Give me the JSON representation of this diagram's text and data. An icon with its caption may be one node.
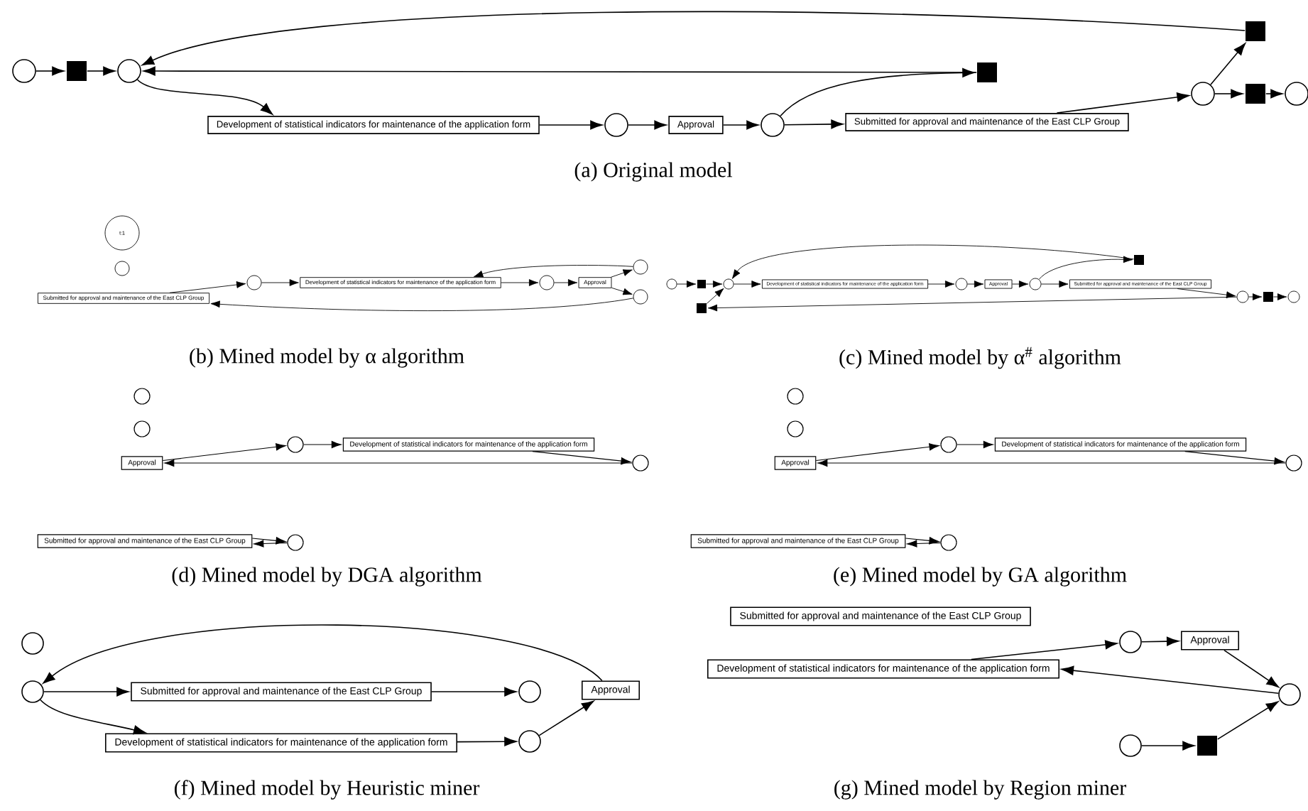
{
  "diagram": {
    "nodes": [
      {
        "text": [],
        "shape": "circle"
      },
      {
        "text": [],
        "shape": "box"
      },
      {
        "text": [],
        "shape": "circle"
      },
      {
        "text": [
          "Development of statistical indicators for maintenance of the application form"
        ]
      },
      {
        "text": [],
        "shape": "circle"
      },
      {
        "text": [
          "Approval"
        ]
      },
      {
        "text": [],
        "shape": "circle"
      },
      {
        "text": [
          "Submitted for approval and maintenance of the East CLP Group"
        ]
      },
      {
        "text": [],
        "shape": "box"
      },
      {
        "text": [],
        "shape": "circle"
      },
      {
        "text": [],
        "shape": "box"
      },
      {
        "text": [],
        "shape": "box"
      },
      {
        "text": [],
        "shape": "circle"
      },
      {
        "text": [
          "t:1"
        ]
      },
      {
        "text": [],
        "shape": "circle"
      },
      {
        "text": [
          "Submitted for approval and maintenance of the East CLP Group"
        ]
      },
      {
        "text": [],
        "shape": "circle"
      },
      {
        "text": [
          "Development of statistical indicators for maintenance of the application form"
        ]
      },
      {
        "text": [],
        "shape": "circle"
      },
      {
        "text": [
          "Approval"
        ]
      },
      {
        "text": [],
        "shape": "circle"
      },
      {
        "text": [],
        "shape": "circle"
      },
      {
        "text": [],
        "shape": "circle"
      },
      {
        "text": [],
        "shape": "box"
      },
      {
        "text": [],
        "shape": "circle"
      },
      {
        "text": [
          "Development of statistical indicators for maintenance of the application form"
        ]
      },
      {
        "text": [],
        "shape": "circle"
      },
      {
        "text": [
          "Approval"
        ]
      },
      {
        "text": [],
        "shape": "circle"
      },
      {
        "text": [
          "Submitted for approval and maintenance of the East CLP Group"
        ]
      },
      {
        "text": [],
        "shape": "box"
      },
      {
        "text": [],
        "shape": "circle"
      },
      {
        "text": [],
        "shape": "box"
      },
      {
        "text": [],
        "shape": "circle"
      },
      {
        "text": [],
        "shape": "box"
      },
      {
        "text": [],
        "shape": "circle"
      },
      {
        "text": [],
        "shape": "circle"
      },
      {
        "text": [
          "Approval"
        ]
      },
      {
        "text": [],
        "shape": "circle"
      },
      {
        "text": [
          "Development of statistical indicators for maintenance of the application form"
        ]
      },
      {
        "text": [],
        "shape": "circle"
      },
      {
        "text": [
          "Submitted for approval and maintenance of the East CLP Group"
        ]
      },
      {
        "text": [],
        "shape": "circle"
      },
      {
        "text": [],
        "shape": "circle"
      },
      {
        "text": [],
        "shape": "circle"
      },
      {
        "text": [
          "Approval"
        ]
      },
      {
        "text": [],
        "shape": "circle"
      },
      {
        "text": [
          "Development of statistical indicators for maintenance of the application form"
        ]
      },
      {
        "text": [],
        "shape": "circle"
      },
      {
        "text": [
          "Submitted for approval and maintenance of the East CLP Group"
        ]
      },
      {
        "text": [],
        "shape": "circle"
      },
      {
        "text": [],
        "shape": "circle"
      },
      {
        "text": [],
        "shape": "circle"
      },
      {
        "text": [
          "Submitted for approval and maintenance of the East CLP Group"
        ]
      },
      {
        "text": [],
        "shape": "circle"
      },
      {
        "text": [
          "Approval"
        ]
      },
      {
        "text": [
          "Development of statistical indicators for maintenance of the application form"
        ]
      },
      {
        "text": [],
        "shape": "circle"
      },
      {
        "text": [
          "Submitted for approval and maintenance of the East CLP Group"
        ]
      },
      {
        "text": [],
        "shape": "circle"
      },
      {
        "text": [
          "Approval"
        ]
      },
      {
        "text": [
          "Development of statistical indicators for maintenance of the application form"
        ]
      },
      {
        "text": [],
        "shape": "circle"
      },
      {
        "text": [],
        "shape": "circle"
      },
      {
        "text": [],
        "shape": "box"
      }
    ],
    "edges": [
      {
        "from": 0,
        "to": 1,
        "arrow": "to"
      },
      {
        "from": 1,
        "to": 2,
        "arrow": "to"
      },
      {
        "from": 2,
        "to": 3,
        "arrow": "to"
      },
      {
        "from": 3,
        "to": 4,
        "arrow": "to"
      },
      {
        "from": 4,
        "to": 5,
        "arrow": "to"
      },
      {
        "from": 5,
        "to": 6,
        "arrow": "to"
      },
      {
        "from": 6,
        "to": 7,
        "arrow": "to"
      },
      {
        "from": 6,
        "to": 8,
        "arrow": "to"
      },
      {
        "from": 8,
        "to": 2,
        "arrow": "to"
      },
      {
        "from": 7,
        "to": 9,
        "arrow": "to"
      },
      {
        "from": 9,
        "to": 10,
        "arrow": "to"
      },
      {
        "from": 10,
        "to": 2,
        "arrow": "to"
      },
      {
        "from": 9,
        "to": 11,
        "arrow": "to"
      },
      {
        "from": 11,
        "to": 12,
        "arrow": "to"
      },
      {
        "from": 15,
        "to": 16,
        "arrow": "to"
      },
      {
        "from": 16,
        "to": 17,
        "arrow": "to"
      },
      {
        "from": 17,
        "to": 18,
        "arrow": "to"
      },
      {
        "from": 18,
        "to": 19,
        "arrow": "to"
      },
      {
        "from": 19,
        "to": 20,
        "arrow": "to"
      },
      {
        "from": 19,
        "to": 21,
        "arrow": "to"
      },
      {
        "from": 20,
        "to": 17,
        "arrow": "to"
      },
      {
        "from": 21,
        "to": 15,
        "arrow": "to"
      },
      {
        "from": 22,
        "to": 23,
        "arrow": "to"
      },
      {
        "from": 23,
        "to": 24,
        "arrow": "to"
      },
      {
        "from": 24,
        "to": 25,
        "arrow": "to"
      },
      {
        "from": 25,
        "to": 26,
        "arrow": "to"
      },
      {
        "from": 26,
        "to": 27,
        "arrow": "to"
      },
      {
        "from": 27,
        "to": 28,
        "arrow": "to"
      },
      {
        "from": 28,
        "to": 29,
        "arrow": "to"
      },
      {
        "from": 28,
        "to": 30,
        "arrow": "to"
      },
      {
        "from": 30,
        "to": 24,
        "arrow": "to"
      },
      {
        "from": 29,
        "to": 31,
        "arrow": "to"
      },
      {
        "from": 31,
        "to": 32,
        "arrow": "to"
      },
      {
        "from": 32,
        "to": 33,
        "arrow": "to"
      },
      {
        "from": 31,
        "to": 34,
        "arrow": "to"
      },
      {
        "from": 34,
        "to": 24,
        "arrow": "to"
      },
      {
        "from": 37,
        "to": 38,
        "arrow": "to"
      },
      {
        "from": 38,
        "to": 39,
        "arrow": "to"
      },
      {
        "from": 39,
        "to": 40,
        "arrow": "to"
      },
      {
        "from": 40,
        "to": 37,
        "arrow": "to"
      },
      {
        "from": 41,
        "to": 42,
        "arrow": "to"
      },
      {
        "from": 42,
        "to": 41,
        "arrow": "to"
      },
      {
        "from": 45,
        "to": 46,
        "arrow": "to"
      },
      {
        "from": 46,
        "to": 47,
        "arrow": "to"
      },
      {
        "from": 47,
        "to": 48,
        "arrow": "to"
      },
      {
        "from": 48,
        "to": 45,
        "arrow": "to"
      },
      {
        "from": 49,
        "to": 50,
        "arrow": "to"
      },
      {
        "from": 50,
        "to": 49,
        "arrow": "to"
      },
      {
        "from": 52,
        "to": 53,
        "arrow": "to"
      },
      {
        "from": 53,
        "to": 54,
        "arrow": "to"
      },
      {
        "from": 52,
        "to": 56,
        "arrow": "to"
      },
      {
        "from": 56,
        "to": 57,
        "arrow": "to"
      },
      {
        "from": 57,
        "to": 55,
        "arrow": "to"
      },
      {
        "from": 55,
        "to": 52,
        "arrow": "to"
      },
      {
        "from": 61,
        "to": 59,
        "arrow": "to"
      },
      {
        "from": 59,
        "to": 60,
        "arrow": "to"
      },
      {
        "from": 60,
        "to": 62,
        "arrow": "to"
      },
      {
        "from": 62,
        "to": 61,
        "arrow": "to"
      },
      {
        "from": 63,
        "to": 64,
        "arrow": "to"
      },
      {
        "from": 64,
        "to": 62,
        "arrow": "to"
      }
    ],
    "labels": [
      "(a) Original model",
      "(b) Mined model by α algorithm",
      "(c) Mined model by α$^{#}$ algorithm",
      "(d) Mined model by DGA algorithm",
      "(e) Mined model by GA algorithm",
      "(f) Mined model by Heuristic miner",
      "(g) Mined model by Region miner"
    ]
  }
}
